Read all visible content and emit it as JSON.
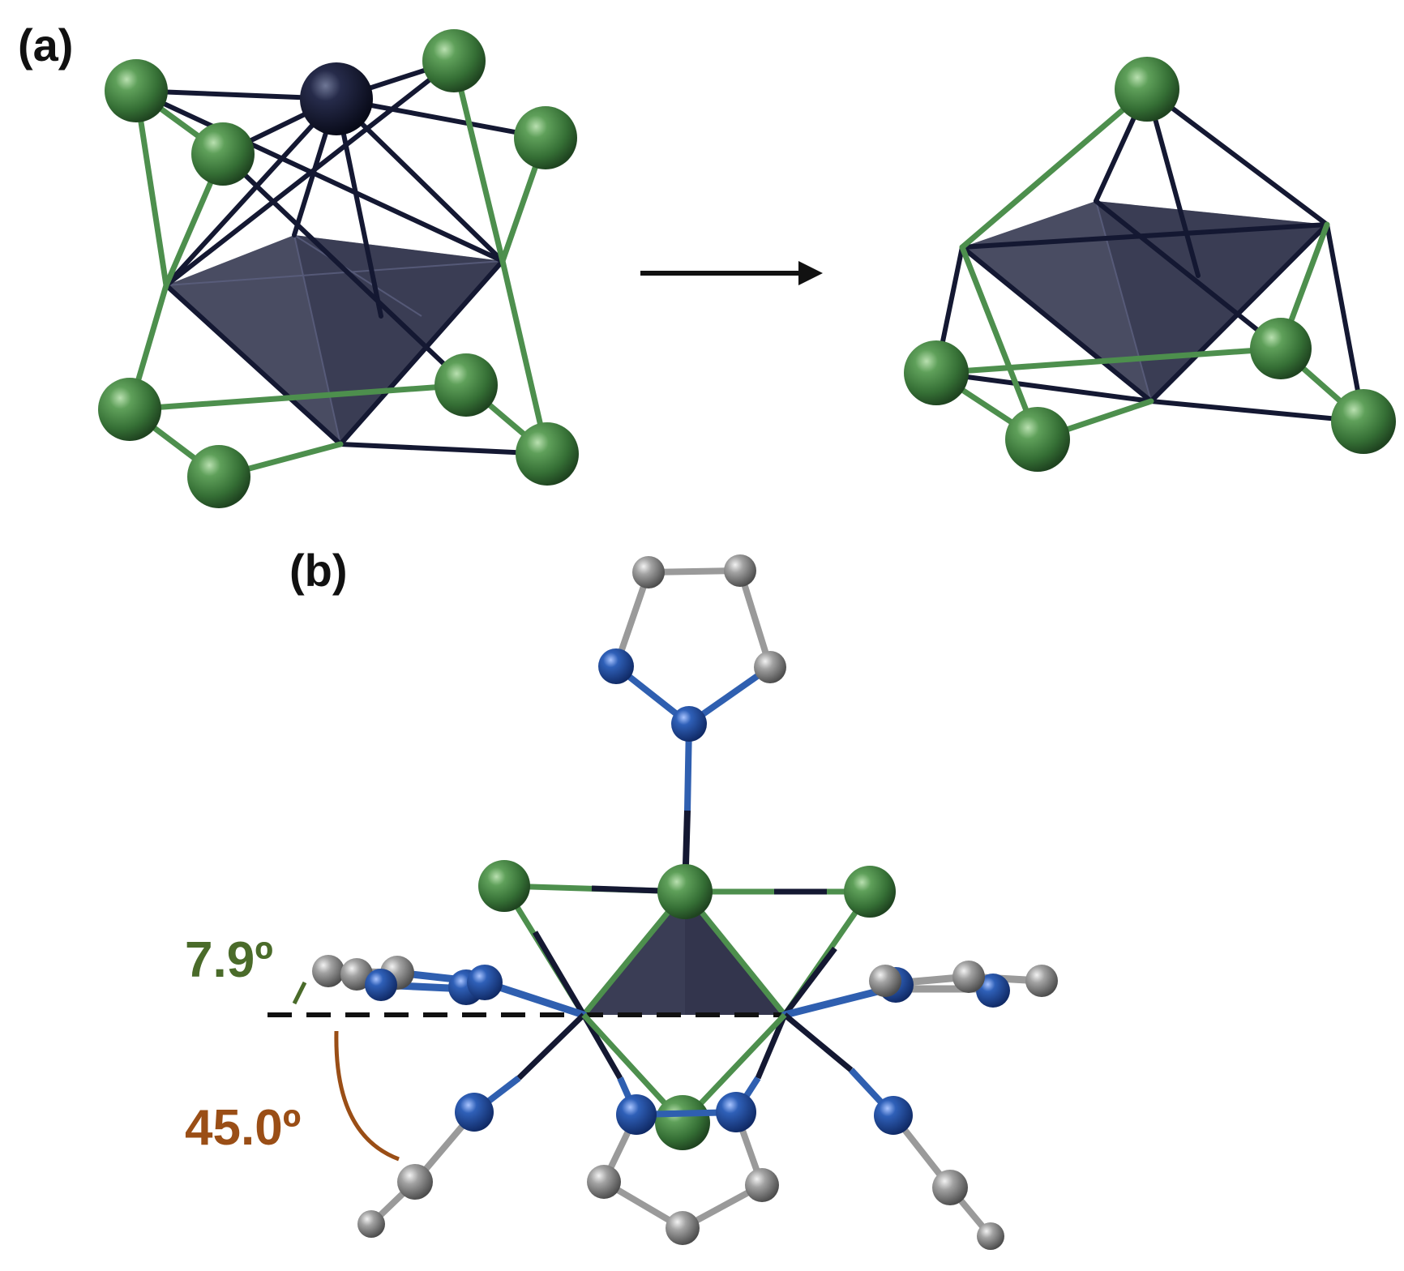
{
  "panels": {
    "a": {
      "label": "(a)"
    },
    "b": {
      "label": "(b)"
    }
  },
  "angles": {
    "small": {
      "text": "7.9º",
      "color": "#4a6b2a"
    },
    "large": {
      "text": "45.0º",
      "color": "#9a4e16"
    }
  },
  "colors": {
    "cl": "#3f7f3f",
    "metal": "#1b1f3a",
    "n": "#1f4f9f",
    "c": "#8a8a8a",
    "polyhedron": "#3a3d55",
    "bond_dark": "#141832",
    "bond_green": "#4d8f4d",
    "bond_blue": "#2f5fb0",
    "bond_grey": "#9a9a9a",
    "arrow": "#111111"
  },
  "icons": {
    "arrow": "arrow-right-icon"
  }
}
